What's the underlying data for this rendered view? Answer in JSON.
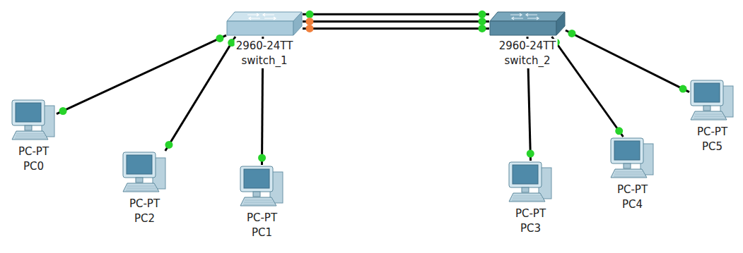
{
  "diagram": {
    "nodes": [
      {
        "text": [
          "2960-24TT",
          "switch_1"
        ]
      },
      {
        "text": [
          "2960-24TT",
          "switch_2"
        ]
      },
      {
        "text": [
          "PC-PT",
          "PC0"
        ]
      },
      {
        "text": [
          "PC-PT",
          "PC2"
        ]
      },
      {
        "text": [
          "PC-PT",
          "PC1"
        ]
      },
      {
        "text": [
          "PC-PT",
          "PC3"
        ]
      },
      {
        "text": [
          "PC-PT",
          "PC4"
        ]
      },
      {
        "text": [
          "PC-PT",
          "PC5"
        ]
      }
    ],
    "edges": [
      {
        "from": 0,
        "to": 1,
        "arrow": "none"
      },
      {
        "from": 0,
        "to": 1,
        "arrow": "none"
      },
      {
        "from": 0,
        "to": 1,
        "arrow": "none"
      },
      {
        "from": 0,
        "to": 2,
        "arrow": "none"
      },
      {
        "from": 0,
        "to": 3,
        "arrow": "none"
      },
      {
        "from": 0,
        "to": 4,
        "arrow": "none"
      },
      {
        "from": 1,
        "to": 5,
        "arrow": "none"
      },
      {
        "from": 1,
        "to": 6,
        "arrow": "none"
      },
      {
        "from": 1,
        "to": 7,
        "arrow": "none"
      }
    ]
  }
}
